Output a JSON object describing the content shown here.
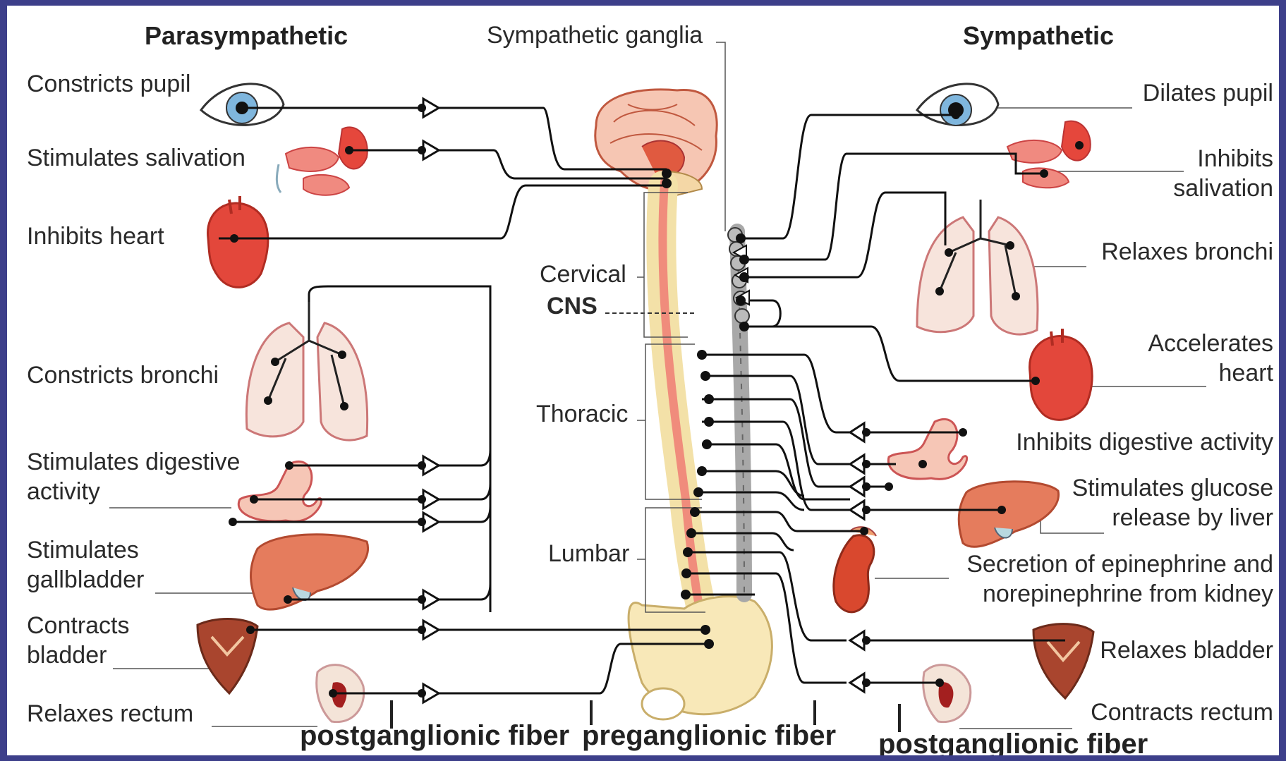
{
  "headers": {
    "left": "Parasympathetic",
    "right": "Sympathetic",
    "ganglia": "Sympathetic ganglia"
  },
  "regions": {
    "cervical": "Cervical",
    "cns": "CNS",
    "thoracic": "Thoracic",
    "lumbar": "Lumbar"
  },
  "parasympathetic": {
    "pupil": "Constricts pupil",
    "salivation": "Stimulates salivation",
    "heart": "Inhibits heart",
    "bronchi": "Constricts bronchi",
    "digestive_1": "Stimulates digestive",
    "digestive_2": "activity",
    "gallbladder_1": "Stimulates",
    "gallbladder_2": "gallbladder",
    "bladder_1": "Contracts",
    "bladder_2": "bladder",
    "rectum": "Relaxes rectum"
  },
  "sympathetic": {
    "pupil": "Dilates pupil",
    "salivation_1": "Inhibits",
    "salivation_2": "salivation",
    "bronchi": "Relaxes bronchi",
    "heart_1": "Accelerates",
    "heart_2": "heart",
    "digestive": "Inhibits digestive activity",
    "liver_1": "Stimulates glucose",
    "liver_2": "release by liver",
    "kidney_1": "Secretion of epinephrine and",
    "kidney_2": "norepinephrine from kidney",
    "bladder": "Relaxes bladder",
    "rectum": "Contracts rectum"
  },
  "fibers": {
    "post_left": "postganglionic fiber",
    "pre": "preganglionic fiber",
    "post_right": "postganglionic fiber"
  },
  "colors": {
    "organ": "#d9483b",
    "organ_light": "#f2b4a8",
    "spine": "#f3e1a8",
    "ganglia": "#a8a8a8",
    "frame": "#3d3f8a"
  }
}
